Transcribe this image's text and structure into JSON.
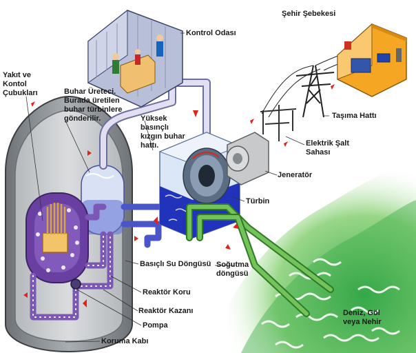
{
  "labels": {
    "fuel_rods": "Yakıt ve\nKontol\nÇubukları",
    "steam_generator": "Buhar Üreteci.\nBurada üretilen\nbuhar türbinlere\ngönderilir.",
    "control_room": "Kontrol Odası",
    "steam_line": "Yüksek\nbasınçlı\nkızgın buhar\nhattı.",
    "grid": "Şehir Şebekesi",
    "transmission_line": "Taşıma Hattı",
    "switchyard": "Elektrik Şalt\nSahası",
    "generator": "Jeneratör",
    "turbine": "Türbin",
    "pressurized_loop": "Basıçlı Su Döngüsü",
    "cooling_loop": "Soğutma\ndöngüsü",
    "reactor_core": "Reaktör Koru",
    "reactor_vessel": "Reaktör Kazanı",
    "pump": "Pompa",
    "containment": "Koruma Kabı",
    "water_source": "Deniz, Göl\nveya Nehir"
  },
  "colors": {
    "containment": "#9a9fa3",
    "containment_inner": "#c4c8cb",
    "reactor_purple": "#6a3fa2",
    "primary_loop": "#7b58b5",
    "steam_line": "#d8d4ec",
    "turbine_water": "#2233bb",
    "cooling_green": "#66bb44",
    "sea_green": "#4fb94a",
    "house": "#f5a623",
    "control_room": "#b8bfd8",
    "flow_arrow": "#e2231a"
  }
}
